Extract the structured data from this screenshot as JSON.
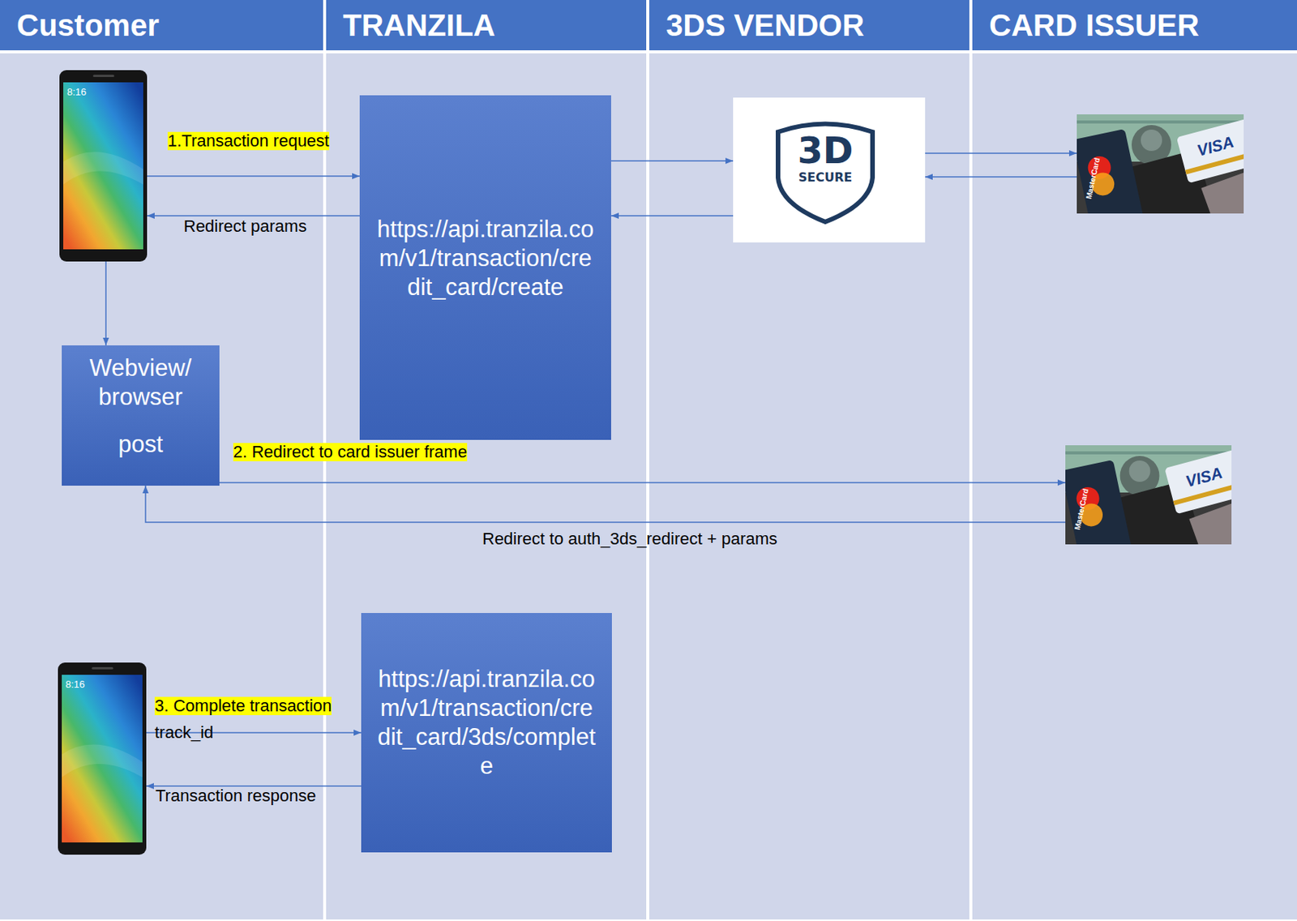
{
  "diagram": {
    "nodes": [
      {
        "text": [
          "Customer"
        ]
      },
      {
        "text": [
          "TRANZILA"
        ]
      },
      {
        "text": [
          "3DS VENDOR"
        ]
      },
      {
        "text": [
          "CARD ISSUER"
        ]
      },
      {
        "text": [
          "8:16"
        ],
        "in": 0
      },
      {
        "text": [
          "https://api.tranzila.com/v1/transaction/credit_card/create"
        ],
        "in": 1
      },
      {
        "text": [
          "3D",
          "SECURE"
        ],
        "in": 2
      },
      {
        "text": [
          "MasterCard",
          "VISA"
        ],
        "in": 3
      },
      {
        "text": [
          "Webview/ browser",
          "post"
        ],
        "in": 0
      },
      {
        "text": [
          "MasterCard",
          "VISA"
        ],
        "in": 3
      },
      {
        "text": [
          "8:16"
        ],
        "in": 0
      },
      {
        "text": [
          "https://api.tranzila.com/v1/transaction/credit_card/3ds/complete"
        ],
        "in": 1
      }
    ],
    "edges": [
      {
        "from": 4,
        "to": 5,
        "label": "1.Transaction request",
        "arrow": "to"
      },
      {
        "from": 5,
        "to": 4,
        "label": "Redirect params",
        "arrow": "to"
      },
      {
        "from": 5,
        "to": 6,
        "arrow": "to"
      },
      {
        "from": 6,
        "to": 5,
        "arrow": "to"
      },
      {
        "from": 6,
        "to": 7,
        "arrow": "to"
      },
      {
        "from": 7,
        "to": 6,
        "arrow": "to"
      },
      {
        "from": 4,
        "to": 8,
        "arrow": "to"
      },
      {
        "from": 8,
        "to": 9,
        "label": "2. Redirect to card issuer frame",
        "arrow": "to"
      },
      {
        "from": 9,
        "to": 8,
        "label": "Redirect to auth_3ds_redirect + params",
        "arrow": "to"
      },
      {
        "from": 10,
        "to": 11,
        "label": "3. Complete transaction",
        "arrow": "to"
      },
      {
        "from": 11,
        "to": 10,
        "label": "Transaction response",
        "arrow": "to"
      }
    ],
    "labels": [
      "track_id"
    ]
  }
}
